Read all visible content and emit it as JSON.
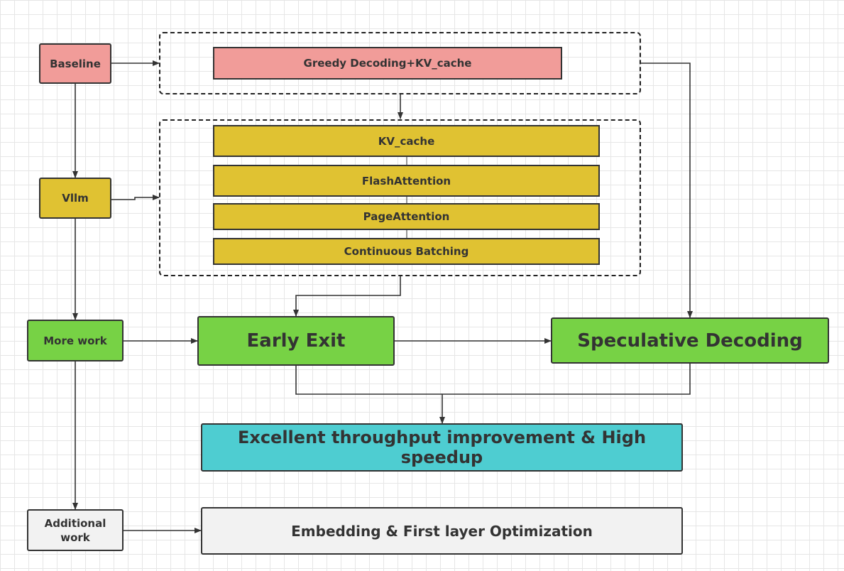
{
  "colors": {
    "red": "#f19c99",
    "yellow": "#e0c232",
    "green": "#77d245",
    "cyan": "#4ecdd1",
    "gray": "#f2f2f2",
    "line": "#333333"
  },
  "nodes": {
    "baseline": "Baseline",
    "vllm": "Vllm",
    "more_work": "More work",
    "additional_work": "Additional work",
    "greedy": "Greedy Decoding+KV_cache",
    "kv_cache": "KV_cache",
    "flash_attention": "FlashAttention",
    "page_attention": "PageAttention",
    "continuous_batching": "Continuous Batching",
    "early_exit": "Early Exit",
    "speculative_decoding": "Speculative Decoding",
    "result": "Excellent throughput improvement & High speedup",
    "embedding": "Embedding & First layer Optimization"
  }
}
